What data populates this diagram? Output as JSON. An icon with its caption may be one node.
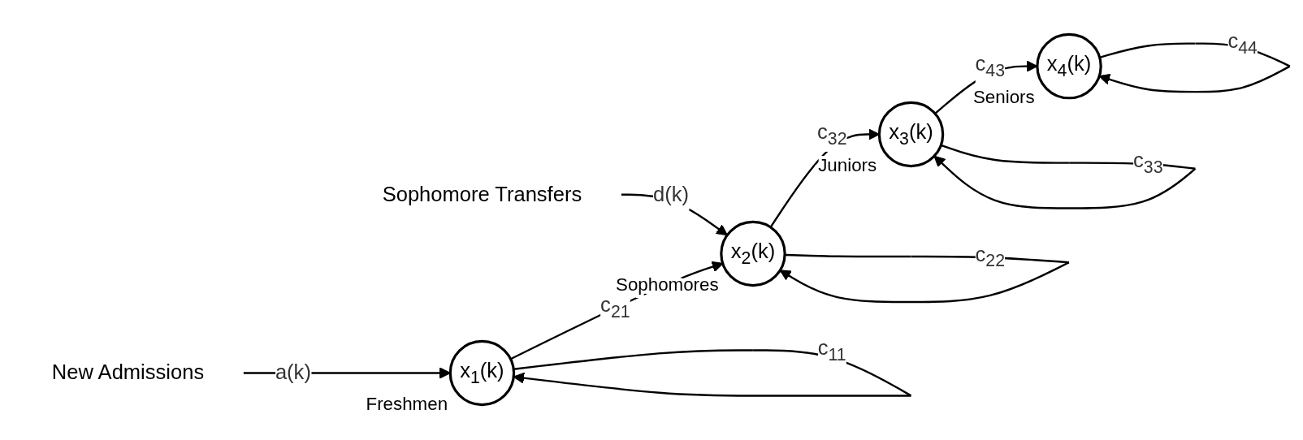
{
  "diagram": {
    "nodes": [
      {
        "text": [
          "Sophomore Transfers"
        ]
      },
      {
        "text": [
          "New Admissions"
        ]
      },
      {
        "text": [
          "x$_{1}$(k)"
        ],
        "beside": [
          "Freshmen"
        ]
      },
      {
        "text": [
          "x$_{2}$(k)"
        ],
        "beside": [
          "Sophomores"
        ]
      },
      {
        "text": [
          "x$_{3}$(k)"
        ],
        "beside": [
          "Juniors"
        ]
      },
      {
        "text": [
          "x$_{4}$(k)"
        ],
        "beside": [
          "Seniors"
        ]
      }
    ],
    "edges": [
      {
        "from": 1,
        "to": 2,
        "arrow": "to",
        "label": "a(k)"
      },
      {
        "from": 2,
        "to": 3,
        "arrow": "to",
        "label": "c$_{21}$"
      },
      {
        "from": 0,
        "to": 3,
        "arrow": "to",
        "label": "d(k)"
      },
      {
        "from": 3,
        "to": 4,
        "arrow": "to",
        "label": "c$_{32}$"
      },
      {
        "from": 4,
        "to": 5,
        "arrow": "to",
        "label": "c$_{43}$"
      },
      {
        "from": 2,
        "to": 2,
        "arrow": "to",
        "label": "c$_{11}$"
      },
      {
        "from": 3,
        "to": 3,
        "arrow": "to",
        "label": "c$_{22}$"
      },
      {
        "from": 4,
        "to": 4,
        "arrow": "to",
        "label": "c$_{33}$"
      },
      {
        "from": 5,
        "to": 5,
        "arrow": "to",
        "label": "c$_{44}$"
      }
    ]
  }
}
